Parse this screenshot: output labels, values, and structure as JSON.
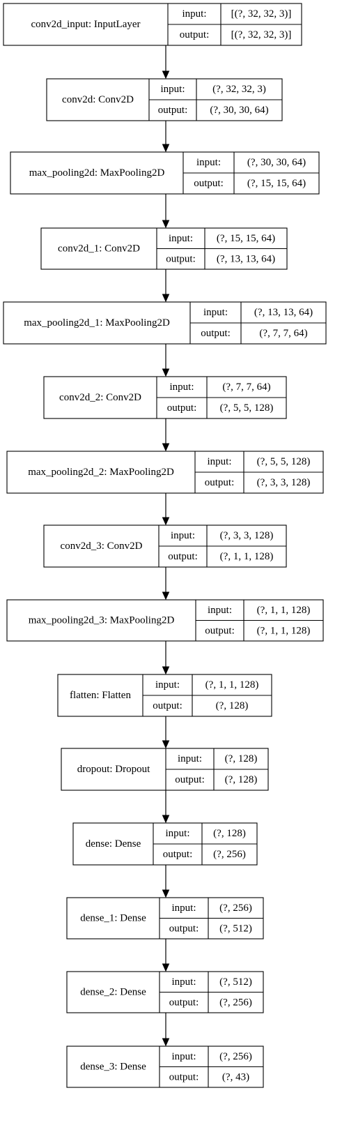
{
  "layers": [
    {
      "name": "conv2d_input: InputLayer",
      "input_label": "input:",
      "output_label": "output:",
      "input_shape": "[(?, 32, 32, 3)]",
      "output_shape": "[(?, 32, 32, 3)]"
    },
    {
      "name": "conv2d: Conv2D",
      "input_label": "input:",
      "output_label": "output:",
      "input_shape": "(?, 32, 32, 3)",
      "output_shape": "(?, 30, 30, 64)"
    },
    {
      "name": "max_pooling2d: MaxPooling2D",
      "input_label": "input:",
      "output_label": "output:",
      "input_shape": "(?, 30, 30, 64)",
      "output_shape": "(?, 15, 15, 64)"
    },
    {
      "name": "conv2d_1: Conv2D",
      "input_label": "input:",
      "output_label": "output:",
      "input_shape": "(?, 15, 15, 64)",
      "output_shape": "(?, 13, 13, 64)"
    },
    {
      "name": "max_pooling2d_1: MaxPooling2D",
      "input_label": "input:",
      "output_label": "output:",
      "input_shape": "(?, 13, 13, 64)",
      "output_shape": "(?, 7, 7, 64)"
    },
    {
      "name": "conv2d_2: Conv2D",
      "input_label": "input:",
      "output_label": "output:",
      "input_shape": "(?, 7, 7, 64)",
      "output_shape": "(?, 5, 5, 128)"
    },
    {
      "name": "max_pooling2d_2: MaxPooling2D",
      "input_label": "input:",
      "output_label": "output:",
      "input_shape": "(?, 5, 5, 128)",
      "output_shape": "(?, 3, 3, 128)"
    },
    {
      "name": "conv2d_3: Conv2D",
      "input_label": "input:",
      "output_label": "output:",
      "input_shape": "(?, 3, 3, 128)",
      "output_shape": "(?, 1, 1, 128)"
    },
    {
      "name": "max_pooling2d_3: MaxPooling2D",
      "input_label": "input:",
      "output_label": "output:",
      "input_shape": "(?, 1, 1, 128)",
      "output_shape": "(?, 1, 1, 128)"
    },
    {
      "name": "flatten: Flatten",
      "input_label": "input:",
      "output_label": "output:",
      "input_shape": "(?, 1, 1, 128)",
      "output_shape": "(?, 128)"
    },
    {
      "name": "dropout: Dropout",
      "input_label": "input:",
      "output_label": "output:",
      "input_shape": "(?, 128)",
      "output_shape": "(?, 128)"
    },
    {
      "name": "dense: Dense",
      "input_label": "input:",
      "output_label": "output:",
      "input_shape": "(?, 128)",
      "output_shape": "(?, 256)"
    },
    {
      "name": "dense_1: Dense",
      "input_label": "input:",
      "output_label": "output:",
      "input_shape": "(?, 256)",
      "output_shape": "(?, 512)"
    },
    {
      "name": "dense_2: Dense",
      "input_label": "input:",
      "output_label": "output:",
      "input_shape": "(?, 512)",
      "output_shape": "(?, 256)"
    },
    {
      "name": "dense_3: Dense",
      "input_label": "input:",
      "output_label": "output:",
      "input_shape": "(?, 256)",
      "output_shape": "(?, 43)"
    }
  ]
}
